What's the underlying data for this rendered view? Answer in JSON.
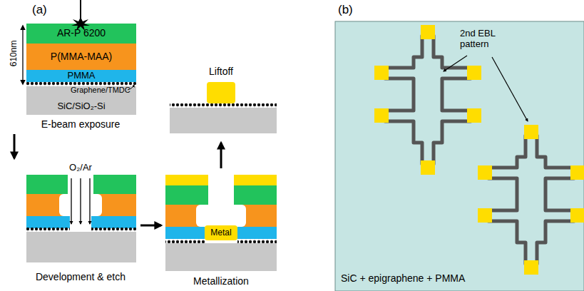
{
  "diagram": {
    "nodes": [
      {
        "text": [
          "AR-P 6200"
        ]
      },
      {
        "text": [
          "P(MMA-MAA)"
        ]
      },
      {
        "text": [
          "PMMA"
        ]
      },
      {
        "text": [
          "SiC/SiO₂-Si"
        ]
      },
      {
        "text": [
          "Metal"
        ]
      },
      {
        "text": [
          "SiC + epigraphene + PMMA"
        ]
      }
    ],
    "labels": [
      "(a)",
      "610nm",
      "Graphene/TMDC",
      "E-beam exposure",
      "O₂/Ar",
      "Development & etch",
      "Metallization",
      "Liftoff",
      "(b)",
      "2nd EBL pattern"
    ]
  }
}
